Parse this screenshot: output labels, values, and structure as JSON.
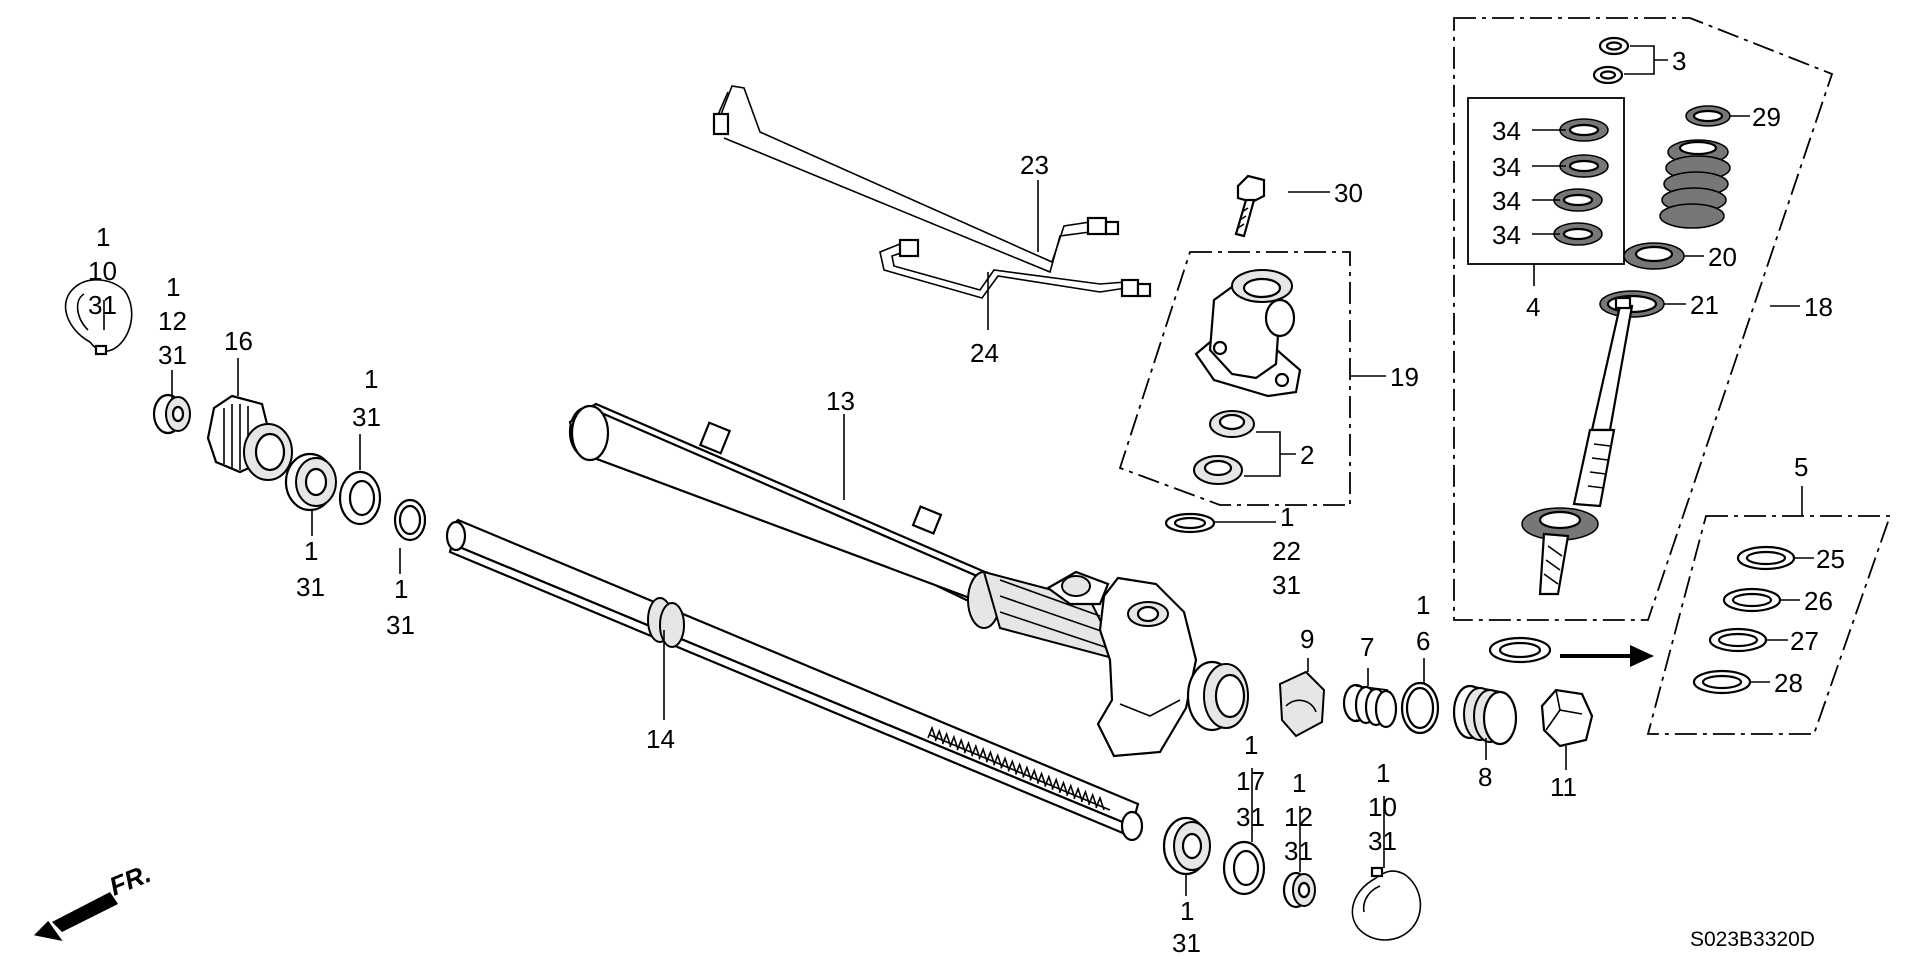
{
  "diagram_code": "S023B3320D",
  "front_indicator": "FR.",
  "labels": {
    "l_1_10_31_left": [
      "1",
      "10",
      "31"
    ],
    "l_1_12_31_left": [
      "1",
      "12",
      "31"
    ],
    "l_16": [
      "16"
    ],
    "l_1_31_a": [
      "1",
      "31"
    ],
    "l_1_31_b": [
      "1",
      "31"
    ],
    "l_1_31_c": [
      "1",
      "31"
    ],
    "l_13": [
      "13"
    ],
    "l_14": [
      "14"
    ],
    "l_23": [
      "23"
    ],
    "l_24": [
      "24"
    ],
    "l_30": [
      "30"
    ],
    "l_19": [
      "19"
    ],
    "l_2": [
      "2"
    ],
    "l_1_22_31": [
      "1",
      "22",
      "31"
    ],
    "l_3": [
      "3"
    ],
    "l_29": [
      "29"
    ],
    "l_34a": [
      "34"
    ],
    "l_34b": [
      "34"
    ],
    "l_34c": [
      "34"
    ],
    "l_34d": [
      "34"
    ],
    "l_4": [
      "4"
    ],
    "l_20": [
      "20"
    ],
    "l_21": [
      "21"
    ],
    "l_18": [
      "18"
    ],
    "l_5": [
      "5"
    ],
    "l_25": [
      "25"
    ],
    "l_26": [
      "26"
    ],
    "l_27": [
      "27"
    ],
    "l_28": [
      "28"
    ],
    "l_9": [
      "9"
    ],
    "l_7": [
      "7"
    ],
    "l_1_6": [
      "1",
      "6"
    ],
    "l_8": [
      "8"
    ],
    "l_11": [
      "11"
    ],
    "l_1_17_31": [
      "1",
      "17",
      "31"
    ],
    "l_1_12_31_right": [
      "1",
      "12",
      "31"
    ],
    "l_1_10_31_right": [
      "1",
      "10",
      "31"
    ],
    "l_1_31_bottom": [
      "1",
      "31"
    ]
  }
}
